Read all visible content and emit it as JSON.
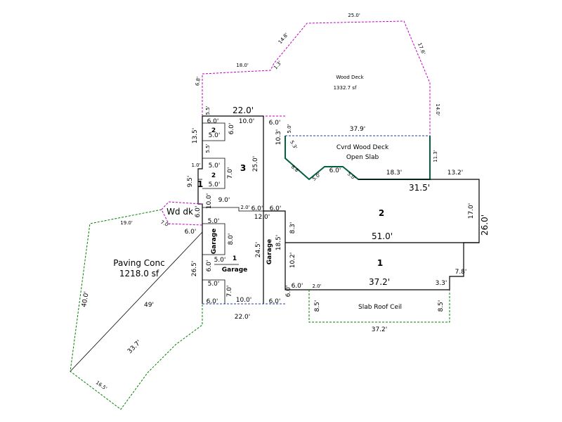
{
  "colors": {
    "wall": "#000000",
    "wood_deck_outline": "#c000c0",
    "paving_outline": "#008000",
    "covered_deck_outline": "#006040",
    "blue_dash": "#2040a0",
    "background": "#ffffff"
  },
  "areas": {
    "wood_deck_name": "Wood Deck",
    "wood_deck_area": "1332.7 sf",
    "cvrd_deck_name": "Cvrd Wood Deck",
    "cvrd_deck_sub": "Open Slab",
    "paving_name": "Paving Conc",
    "paving_area": "1218.0 sf",
    "wd_dk": "Wd dk",
    "slab_roof": "Slab Roof Ceil"
  },
  "labels": {
    "floor_2_main": "2",
    "floor_1_main": "1",
    "room_2a": "2",
    "room_2b": "2",
    "room_3": "3",
    "room_1_small": "1",
    "room_1_garage": "1",
    "garage_word": "Garage",
    "garage_vert_left": "Garage",
    "garage_vert_right": "Garage"
  },
  "dimensions": {
    "d_25_0": "25.0'",
    "d_14_8": "14.8'",
    "d_17_6": "17.6'",
    "d_18_0": "18.0'",
    "d_1_3": "1.3'",
    "d_6_8": "6.8'",
    "d_14_0": "14.0'",
    "d_5_5": "5.5'",
    "d_22_0_top": "22.0'",
    "d_6_0_a": "6.0'",
    "d_10_0_a": "10.0'",
    "d_6_0_b": "6.0'",
    "d_5_0_a": "5.0'",
    "d_37_9": "37.9'",
    "d_13_5": "13.5'",
    "d_6_0_c": "6.0'",
    "d_5_0_b": "5.0'",
    "d_10_3": "10.3'",
    "d_5_3": "5.3'",
    "d_11_3": "11.3'",
    "d_5_5_b": "5.5'",
    "d_5_0_c": "5.0'",
    "d_25_0_v": "25.0'",
    "d_7_0_a": "7.0'",
    "d_1_0": "1.0'",
    "d_8_8": "8.8'",
    "d_6_0_d": "6.0'",
    "d_5_0_d": "5.0'",
    "d_5_0_e": "5.0'",
    "d_18_3": "18.3'",
    "d_13_2": "13.2'",
    "d_9_5": "9.5'",
    "d_5_0_f": "5.0'",
    "d_31_5": "31.5'",
    "d_10_0_v": "10.0'",
    "d_9_0": "9.0'",
    "d_2_0_a": "2.0'",
    "d_6_0_e": "6.0'",
    "d_6_0_f": "6.0'",
    "d_6_0_g": "6.0'",
    "d_12_0": "12.0'",
    "d_17_0": "17.0'",
    "d_26_0": "26.0'",
    "d_19_0": "19.0'",
    "d_7_0_b": "7.0'",
    "d_6_0_h": "6.0'",
    "d_5_0_g": "5.0'",
    "d_8_3": "8.3'",
    "d_8_0": "8.0'",
    "d_18_5": "18.5'",
    "d_51_0": "51.0'",
    "d_24_5": "24.5'",
    "d_26_5": "26.5'",
    "d_6_0_i": "6.0'",
    "d_5_0_h": "5.0'",
    "d_10_2": "10.2'",
    "d_40_0": "40.0'",
    "d_37_2_top": "37.2'",
    "d_7_8": "7.8'",
    "d_3_3": "3.3'",
    "d_5_0_i": "5.0'",
    "d_6_0_j": "6.0'",
    "d_2_0_b": "2.0'",
    "d_6_0_k": "6.0'",
    "d_7_0_c": "7.0'",
    "d_49": "49'",
    "d_6_0_l": "6.0'",
    "d_10_0_b": "10.0'",
    "d_6_0_m": "6.0'",
    "d_8_5_a": "8.5'",
    "d_8_5_b": "8.5'",
    "d_22_0_bot": "22.0'",
    "d_37_2_bot": "37.2'",
    "d_33_7": "33.7'",
    "d_16_5": "16.5'"
  }
}
